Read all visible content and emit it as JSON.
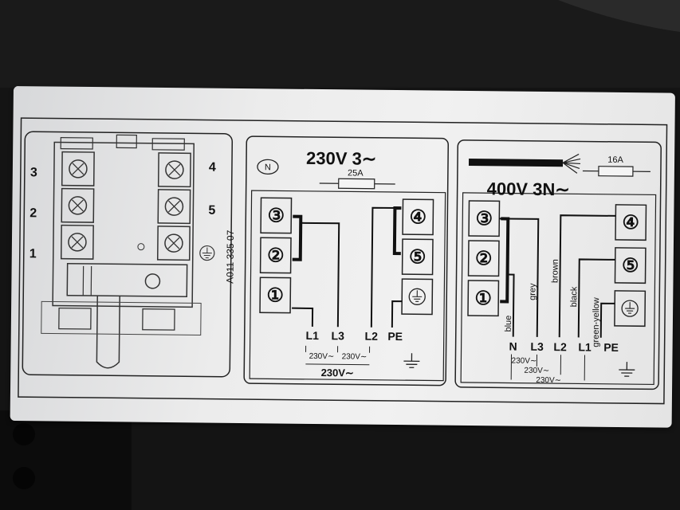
{
  "panel_left": {
    "terminal_numbers": [
      "3",
      "2",
      "1",
      "4",
      "5"
    ],
    "part_number": "A011 335 07"
  },
  "panel_230v": {
    "neutral_symbol": "N",
    "title": "230V 3∼",
    "fuse_rating": "25A",
    "terminals": [
      "③",
      "②",
      "①",
      "④",
      "⑤"
    ],
    "conductors": [
      "L1",
      "L3",
      "L2",
      "PE"
    ],
    "voltage_a": "230V∼",
    "voltage_b": "230V∼",
    "voltage_c": "230V∼"
  },
  "panel_400v": {
    "title": "400V 3N∼",
    "fuse_rating": "16A",
    "terminals": [
      "③",
      "②",
      "①",
      "④",
      "⑤"
    ],
    "wire_colors": [
      "blue",
      "grey",
      "brown",
      "black",
      "green-yellow"
    ],
    "conductors": [
      "N",
      "L3",
      "L2",
      "L1",
      "PE"
    ],
    "voltage_a": "230V∼",
    "voltage_b": "230V∼",
    "voltage_c": "230V∼"
  },
  "colors": {
    "background": "#121212",
    "label": "#ececec",
    "ink": "#111111"
  }
}
